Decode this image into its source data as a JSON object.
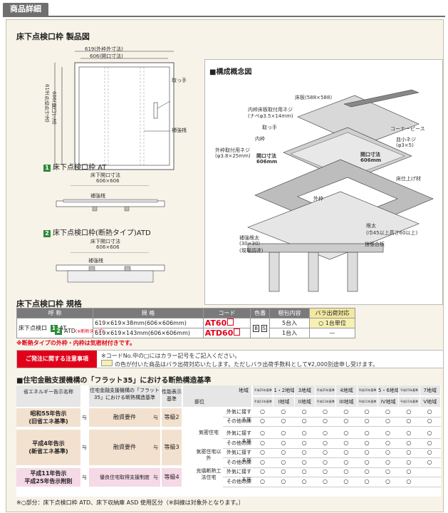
{
  "section_tab": "商品詳細",
  "product_title": "床下点検口枠 製品図",
  "dims": {
    "outer_w": "619(外枠外寸法)",
    "inner_w": "606(開口寸法)",
    "outer_h": "619(外枠外寸法)",
    "inner_h": "606(開口寸法)",
    "handle": "取っ手",
    "reinforce": "補強桟"
  },
  "variant1": {
    "num": "1",
    "label": "床下点検口枠 AT",
    "open": "床下開口寸法",
    "size": "606×606",
    "reinforce": "補強桟"
  },
  "variant2": {
    "num": "2",
    "label": "床下点検口枠(断熱タイプ)ATD",
    "open": "床下開口寸法",
    "size": "606×606",
    "reinforce": "補強桟"
  },
  "concept": {
    "title": "■構成概念図",
    "labels": [
      "床板(588×588)",
      "内枠床板取付用ネジ",
      "(ナベφ3.5×14mm)",
      "コーナーピース",
      "取っ手",
      "皿小ネジ",
      "内枠",
      "(φ3×5)",
      "外枠取付用ネジ",
      "(φ3.8×25mm)",
      "開口寸法",
      "606mm",
      "開口寸法",
      "606mm",
      "床仕上げ材",
      "外枠",
      "根太",
      "(巾45以上高さ60以上)",
      "補強根太",
      "(30×30)",
      "(現場調達)",
      "捨張合板"
    ]
  },
  "spec": {
    "title": "床下点検口枠 規格",
    "headers": [
      "呼 称",
      "規 格",
      "コード",
      "色番",
      "梱包内容",
      "バラ出荷対応"
    ],
    "name": "床下点検口",
    "rows": [
      {
        "num": "1",
        "type": "AT",
        "note": "",
        "size": "619×619×38mm(606×606mm)",
        "code": "AT60",
        "pack": "5台入",
        "bara": "○ 1台単位"
      },
      {
        "num": "2",
        "type": "ATD",
        "note": "(※断熱タイプ)",
        "size": "619×619×143mm(606×606mm)",
        "code": "ATD60",
        "pack": "1台入",
        "bara": "—"
      }
    ],
    "colors": [
      "B",
      "S"
    ],
    "footnote": "※断熱タイプの外枠・内枠は気密材付きです。"
  },
  "order": {
    "label": "ご発注に関する注意事項",
    "line1": "※コードNo.中の□にはカラー記号をご記入ください。",
    "line2": "の色が付いた商品はバラ出荷対応いたします。ただしバラ出荷手数料として¥2,000別途申し受けます。"
  },
  "flat": {
    "title": "■住宅金融支援機構の「フラット35」における断熱構造基準",
    "h_energy": "省エネルギー告示名称",
    "h_flat": "住宅金融支援機構の「フラット35」における断熱構造基準",
    "h_perf": "性能表示基準",
    "h_area": "地域",
    "h_part": "部位",
    "area_top": [
      "平成25年基準",
      "1・2地域",
      "3地域",
      "平成25年基準",
      "4地域",
      "平成25年基準",
      "5・6地域",
      "平成25年基準",
      "7地域"
    ],
    "area_bot": [
      "平成11年基準",
      "I地域",
      "II地域",
      "平成11年基準",
      "III地域",
      "平成11年基準",
      "IV地域",
      "平成11年基準",
      "V地域"
    ],
    "groups": [
      {
        "name1": "昭和55年告示",
        "name2": "(旧省エネ基準)",
        "eq": "与",
        "req": "融資要件",
        "grade": "等級2"
      },
      {
        "name1": "平成4年告示",
        "name2": "(新省エネ基準)",
        "eq": "与",
        "req": "融資要件",
        "grade": "等級3"
      },
      {
        "name1": "平成11年告示",
        "name2": "平成25年告示附則",
        "eq": "与",
        "req": "優良住宅取得支援制度",
        "grade": "等級4"
      }
    ],
    "parts": [
      {
        "cat": "",
        "part": "外気に接する床"
      },
      {
        "cat": "",
        "part": "その他の床"
      },
      {
        "cat": "気密住宅",
        "part": "外気に接する床"
      },
      {
        "cat": "",
        "part": "その他の床"
      },
      {
        "cat": "気密住宅以外",
        "part": "外気に接する床"
      },
      {
        "cat": "",
        "part": "その他の床"
      },
      {
        "cat": "充填断熱工法住宅",
        "part": "外気に接する床"
      },
      {
        "cat": "",
        "part": "その他の床"
      }
    ],
    "mark": "○",
    "footnote": "※○部分：床下点検口枠 ATD、床下収納庫 ASD 使用区分（※斜線は対象外となります。）"
  }
}
